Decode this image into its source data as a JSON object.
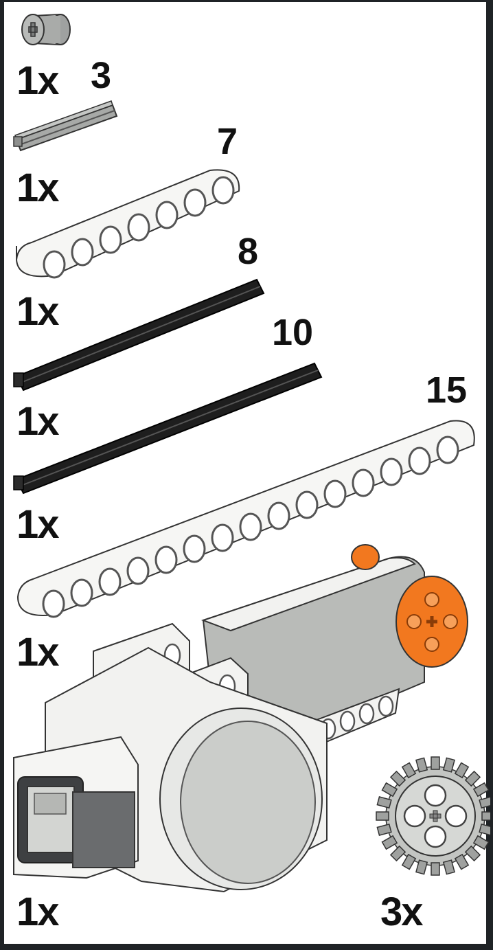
{
  "parts": [
    {
      "name": "bush",
      "qty": "1x",
      "length": ""
    },
    {
      "name": "axle-3",
      "qty": "1x",
      "length": "3"
    },
    {
      "name": "beam-7",
      "qty": "1x",
      "length": "7"
    },
    {
      "name": "axle-8",
      "qty": "1x",
      "length": "8"
    },
    {
      "name": "axle-10",
      "qty": "1x",
      "length": "10"
    },
    {
      "name": "beam-15",
      "qty": "1x",
      "length": "15"
    },
    {
      "name": "servo-motor",
      "qty": "1x",
      "length": ""
    },
    {
      "name": "gear-24-tooth",
      "qty": "3x",
      "length": ""
    }
  ],
  "colors": {
    "background": "#1f2326",
    "panel": "#ffffff",
    "light_gray": "#a8aaa7",
    "white_part": "#f4f4f2",
    "black_part": "#1b1b1b",
    "orange": "#f2781f",
    "dark_gray": "#5d5f60"
  }
}
